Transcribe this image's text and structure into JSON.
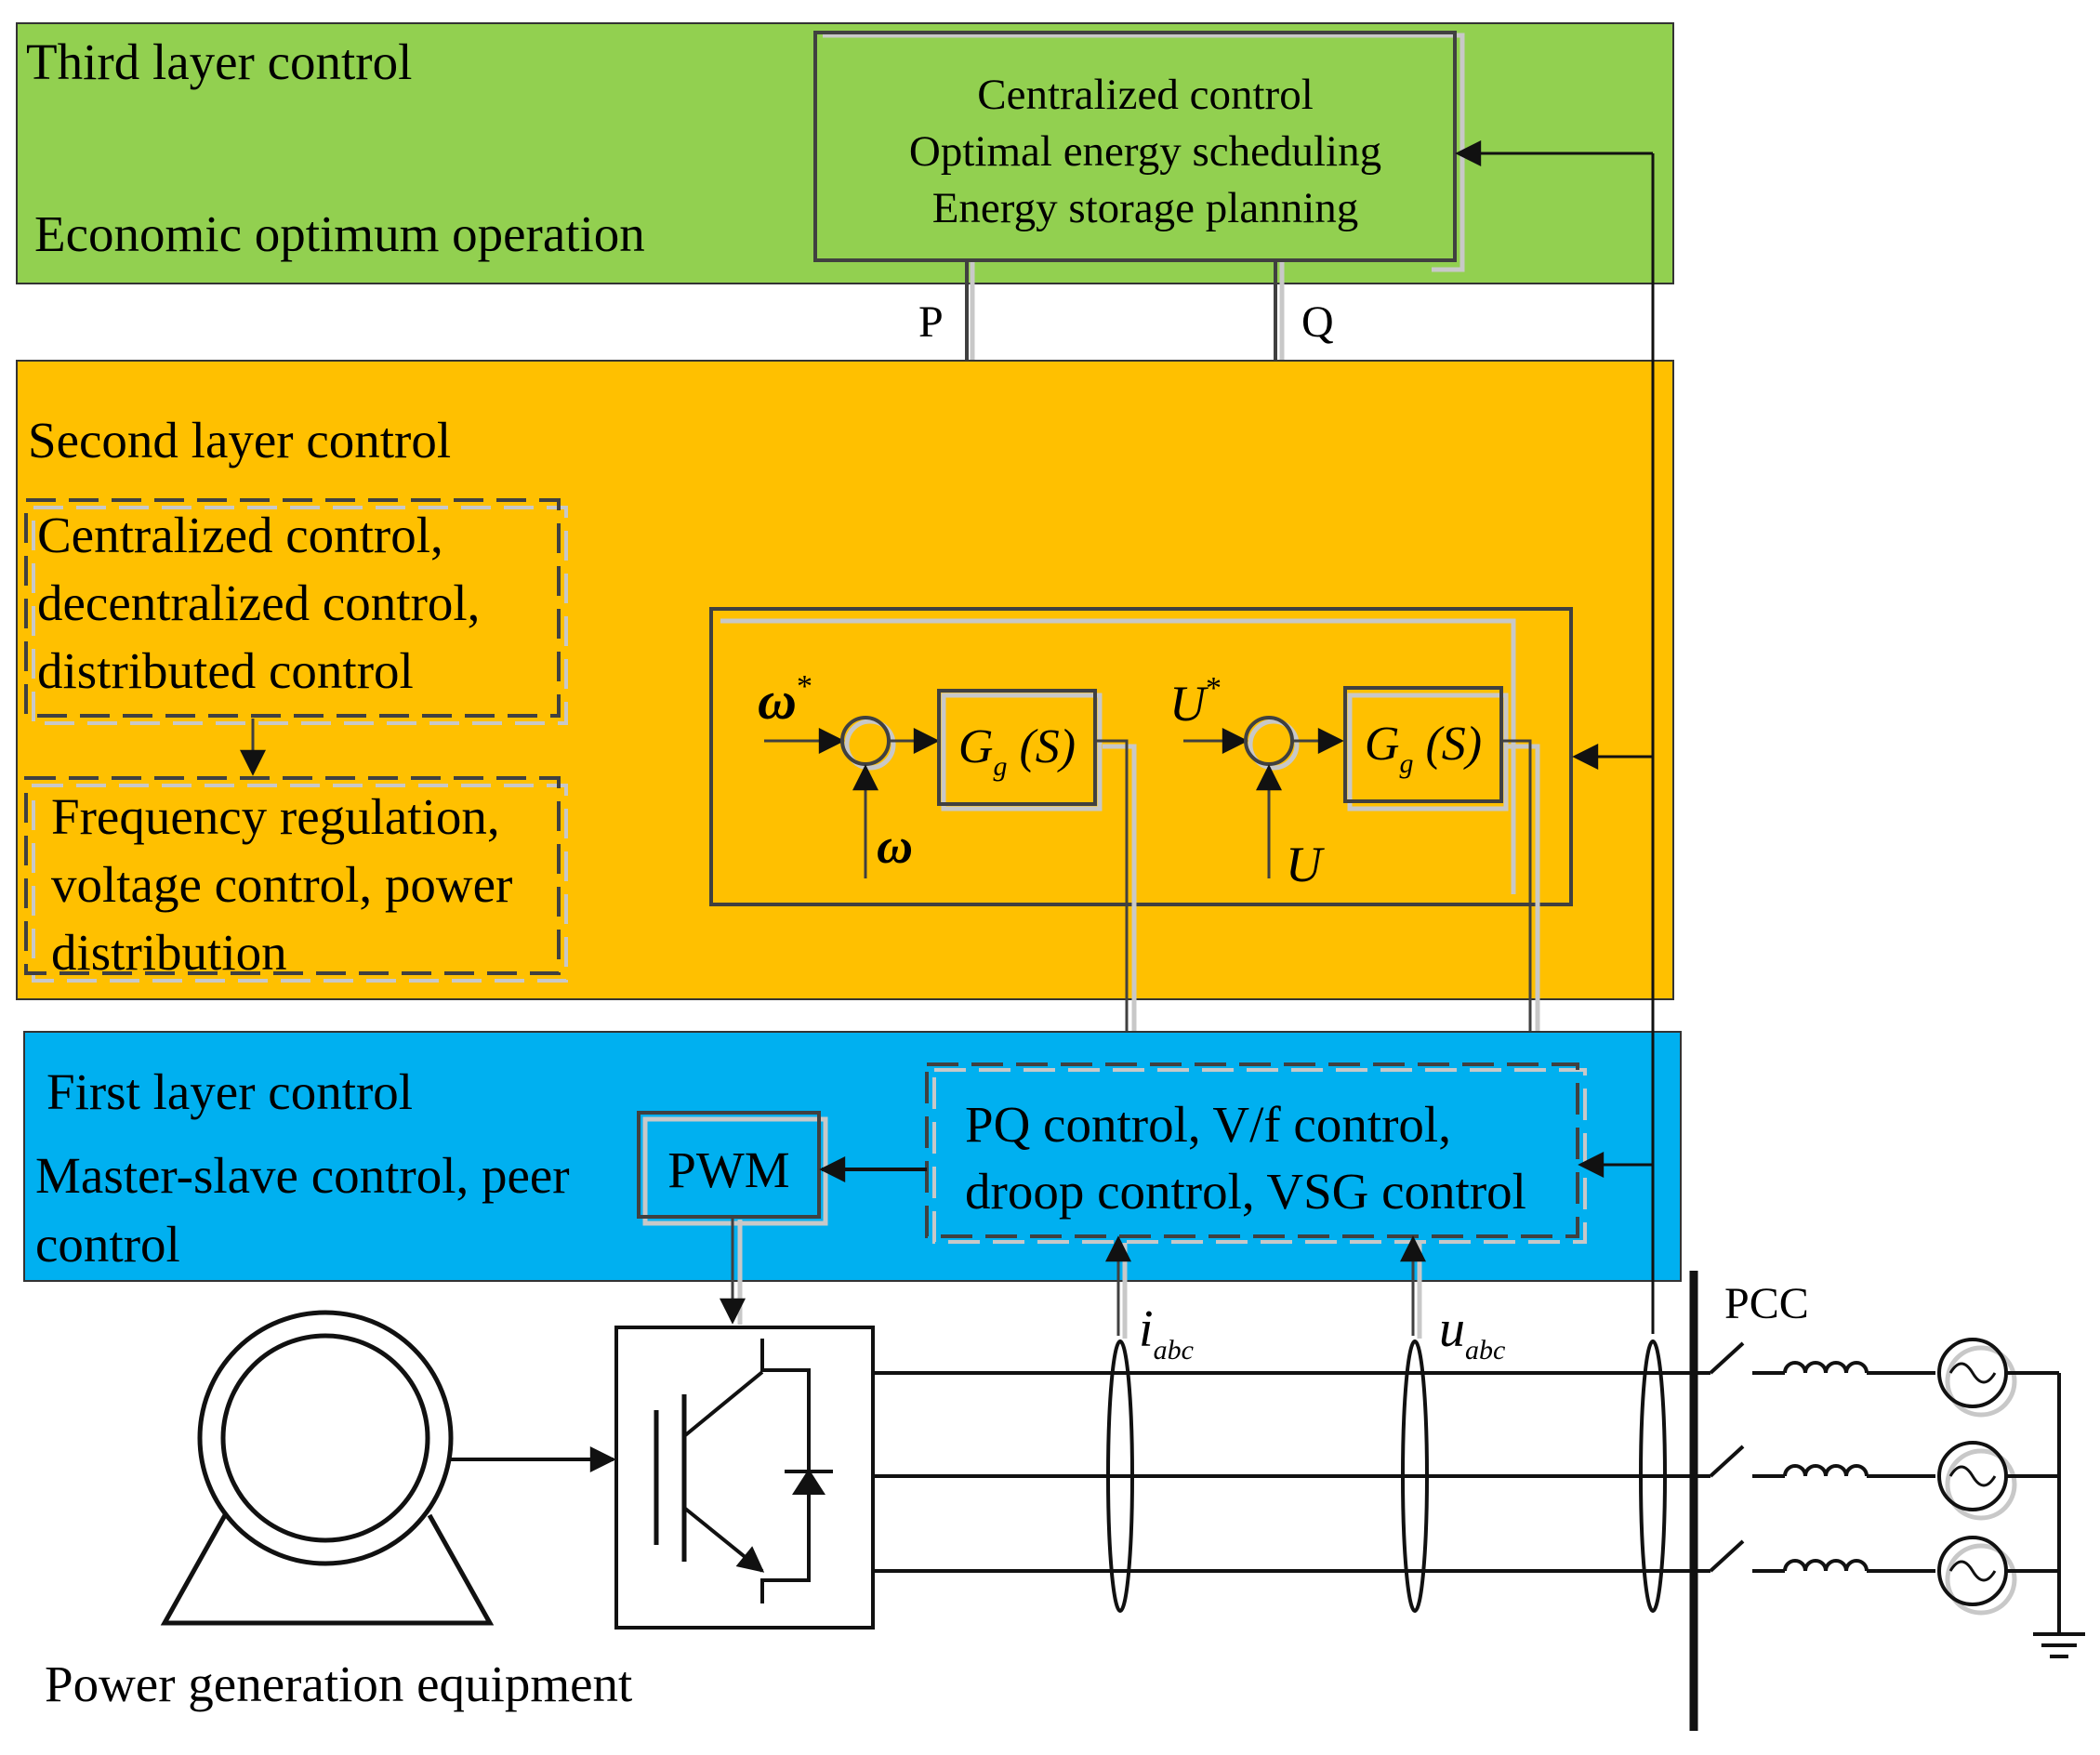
{
  "layer3": {
    "title": "Third layer control",
    "subtitle": "Economic optimum operation",
    "box_lines": [
      "Centralized control",
      "Optimal energy scheduling",
      "Energy storage planning"
    ],
    "color": "#92d050"
  },
  "signals": {
    "p": "P",
    "q": "Q"
  },
  "layer2": {
    "title": "Second layer control",
    "box1_lines": [
      "Centralized control,",
      "decentralized control,",
      "distributed control"
    ],
    "box2_lines": [
      "Frequency regulation,",
      "voltage control, power",
      "distribution"
    ],
    "color": "#ffc000"
  },
  "controller": {
    "omega_ref": "ω",
    "omega_meas": "ω",
    "u_ref": "U",
    "u_meas": "U",
    "ref_mark": "*",
    "gain_g": "G",
    "gain_sub": "g",
    "gain_s": "(S)"
  },
  "layer1": {
    "title": "First layer control",
    "subtitle_lines": [
      "Master-slave control, peer",
      "control"
    ],
    "pwm": "PWM",
    "box_lines": [
      "PQ control, V/f control,",
      "droop control, VSG control"
    ],
    "color": "#00b0f0"
  },
  "measurements": {
    "i_symbol": "i",
    "u_symbol": "u",
    "sub": "abc"
  },
  "grid": {
    "pcc": "PCC"
  },
  "generator": {
    "label": "Power generation equipment"
  }
}
